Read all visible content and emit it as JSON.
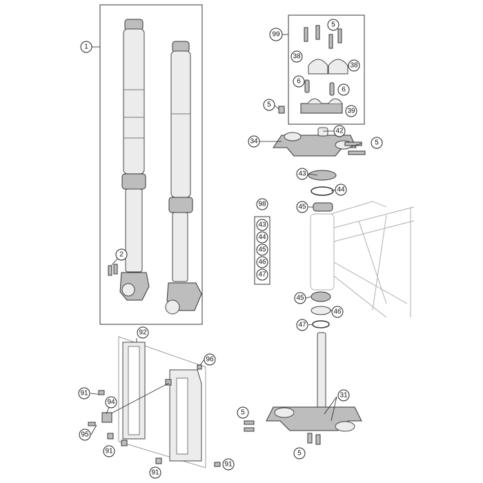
{
  "callouts": {
    "c1": "1",
    "c2": "2",
    "c99": "99",
    "c5a": "5",
    "c38a": "38",
    "c38b": "38",
    "c6a": "6",
    "c6b": "6",
    "c5b": "5",
    "c39": "39",
    "c42": "42",
    "c34": "34",
    "c5c": "5",
    "c43": "43",
    "c44": "44",
    "c45": "45",
    "c98": "98",
    "k43": "43",
    "k44": "44",
    "k45": "45",
    "k46": "46",
    "k47": "47",
    "c45b": "45",
    "c46": "46",
    "c47": "47",
    "c31": "31",
    "c5d": "5",
    "c5e": "5",
    "c92": "92",
    "c96": "96",
    "c91a": "91",
    "c94": "94",
    "c95": "95",
    "c91b": "91",
    "c91c": "91",
    "c91d": "91"
  },
  "colors": {
    "line": "#333333",
    "part": "#ececec",
    "shade": "#bdbdbd"
  }
}
